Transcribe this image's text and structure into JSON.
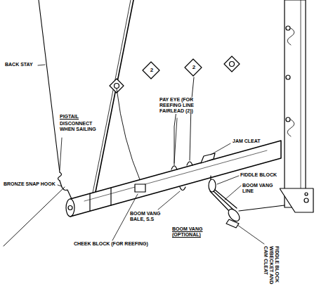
{
  "diagram": {
    "labels": [
      "2",
      "2",
      "BACK STAY",
      "PIGTAIL",
      "DISCONNECT WHEN SAILING",
      "BRONZE SNAP HOOK",
      "CHEEK BLOCK (FOR REEFING)",
      "BOOM VANG BALE, S.S",
      "PAY EYE (FOR REEFING LINE FAIRLEAD (2))",
      "JAM CLEAT",
      "FIDDLE BLOCK",
      "BOOM VANG LINE",
      "BOOM VANG (OPTIONAL)",
      "FIDDLE BLOCK W/BECKET AND CAM CLEAT"
    ]
  }
}
